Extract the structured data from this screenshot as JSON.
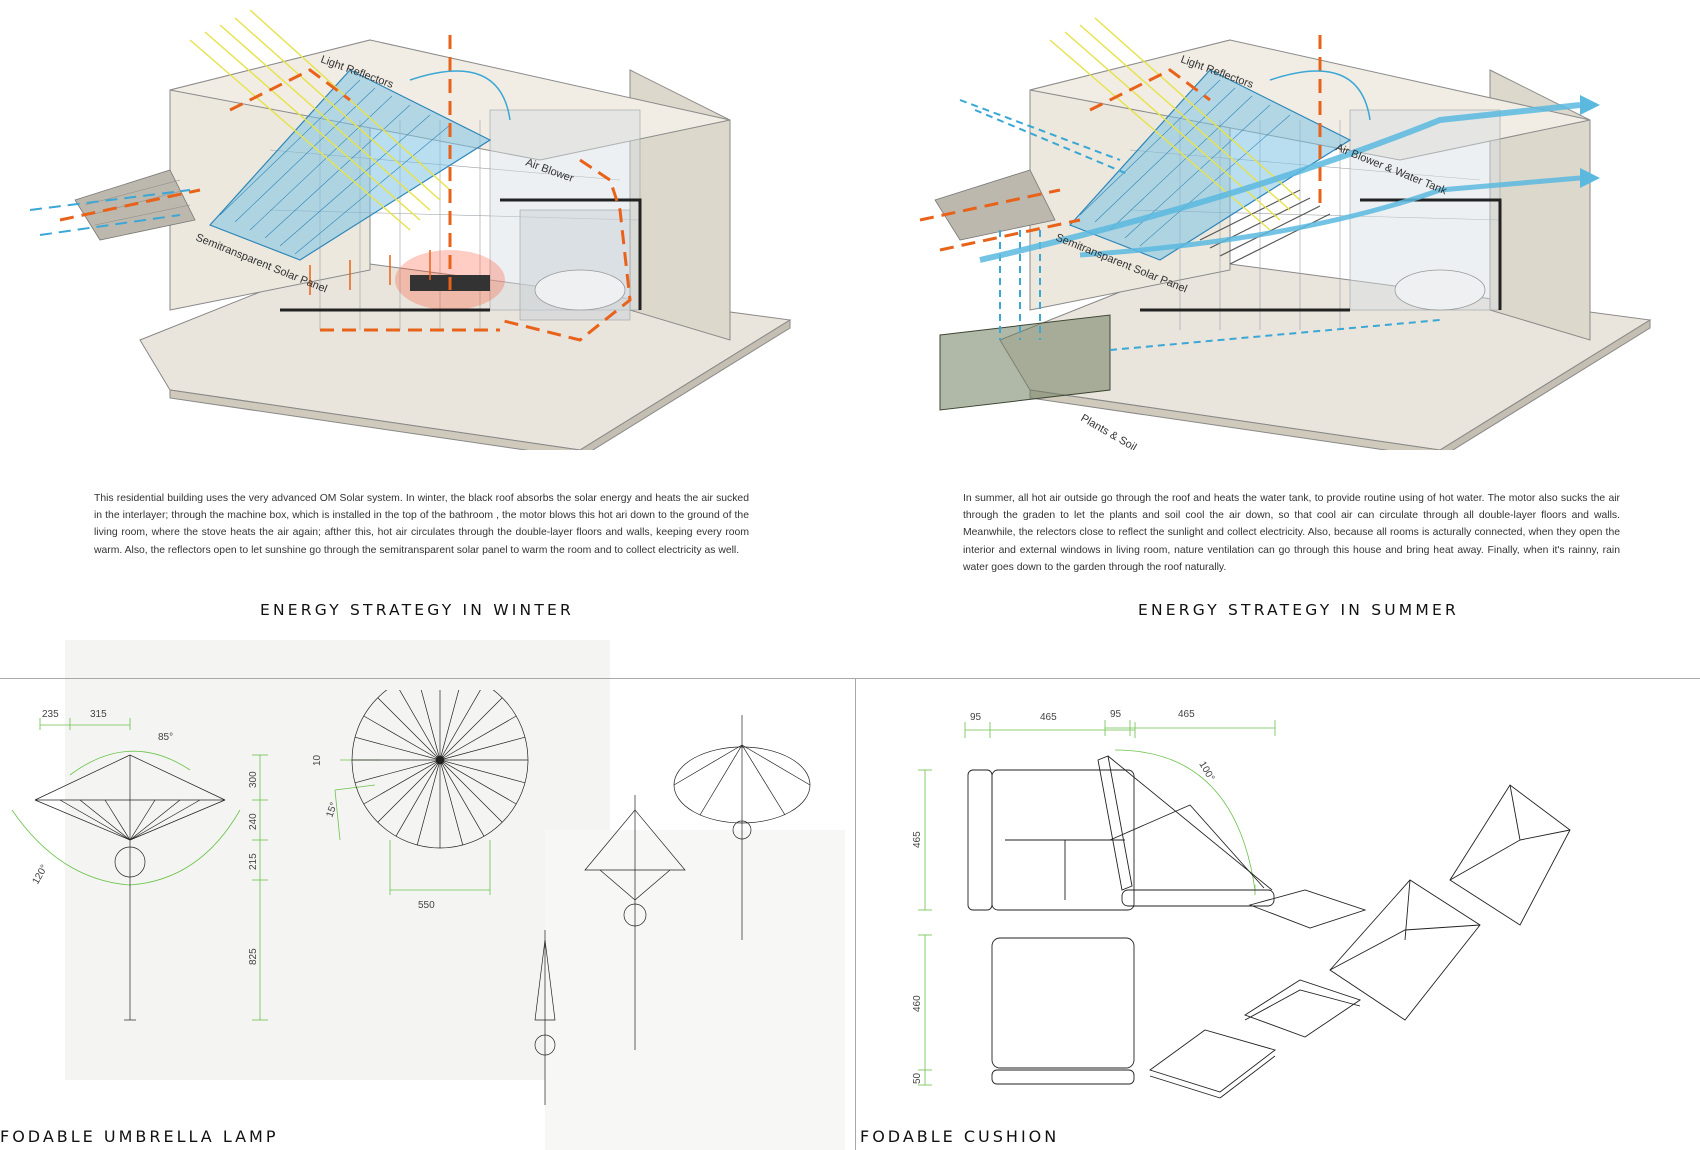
{
  "winter": {
    "labels": {
      "light_reflectors": "Light Reflectors",
      "air_blower": "Air Blower",
      "solar_panel": "Semitransparent Solar Panel"
    },
    "paragraph": "This residential building uses the very advanced OM Solar system. In winter, the black roof absorbs the solar energy and heats the air sucked in the interlayer; through the machine box, which is installed in the top of the bathroom , the motor blows this hot ari down to the ground of the living room, where the stove heats the air again; afther this, hot air circulates through the double-layer floors and walls, keeping every room warm. Also, the reflectors open to let sunshine go through the semitransparent solar panel to warm the room and to collect electricity as well.",
    "heading": "ENERGY STRATEGY IN WINTER"
  },
  "summer": {
    "labels": {
      "light_reflectors": "Light Reflectors",
      "air_blower": "Air Blower & Water Tank",
      "solar_panel": "Semitransparent Solar Panel",
      "plants": "Plants & Soil"
    },
    "paragraph": "In summer, all hot air outside go through the roof and heats the water tank, to provide routine using of hot water. The motor also sucks the air through the graden to let the plants and soil cool the air down, so that  cool air can circulate through all double-layer floors and walls. Meanwhile, the relectors close to reflect the sunlight and collect electricity. Also, because all rooms is acturally connected, when they open the interior and external windows in living room, nature ventilation can go through this house and bring heat away. Finally, when it's rainny, rain water goes down to the garden through the roof naturally.",
    "heading": "ENERGY STRATEGY IN SUMMER"
  },
  "lamp": {
    "heading": "FODABLE UMBRELLA LAMP",
    "dims": {
      "w1": "235",
      "w2": "315",
      "angle_top": "85°",
      "angle_side": "120°",
      "h1": "300",
      "h2": "240",
      "h3": "215",
      "h4": "825",
      "plan_offset": "10",
      "plan_angle": "15°",
      "plan_width": "550"
    }
  },
  "cushion": {
    "heading": "FODABLE CUSHION",
    "dims": {
      "a_w1": "95",
      "a_w2": "465",
      "b_w1": "95",
      "b_w2": "465",
      "h1": "465",
      "h2": "460",
      "h3": "50",
      "angle": "100°"
    }
  },
  "colors": {
    "hot_air": "#e8621a",
    "cool_air": "#3aa7d6",
    "sun_rays": "#e6e24a",
    "solar_panel": "#7ec3e3",
    "dimension": "#6cc24a",
    "wall": "#e6e2d6"
  }
}
